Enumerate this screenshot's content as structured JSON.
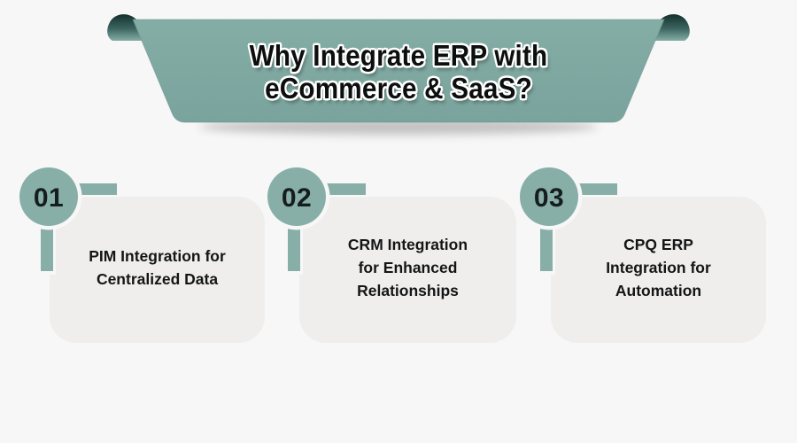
{
  "banner": {
    "title_line1": "Why Integrate ERP with",
    "title_line2": "eCommerce & SaaS?"
  },
  "items": [
    {
      "number": "01",
      "lines": [
        "PIM Integration for",
        "Centralized Data"
      ]
    },
    {
      "number": "02",
      "lines": [
        "CRM Integration",
        "for Enhanced",
        "Relationships"
      ]
    },
    {
      "number": "03",
      "lines": [
        "CPQ ERP",
        "Integration for",
        "Automation"
      ]
    }
  ],
  "colors": {
    "page_background": "#f7f7f8",
    "banner_teal": "#7fa8a2",
    "banner_curl_dark": "#14302d",
    "accent_teal": "#87afa8",
    "card_background": "#efeeec",
    "text_dark": "#141516",
    "banner_text": "#0d0f0f"
  }
}
